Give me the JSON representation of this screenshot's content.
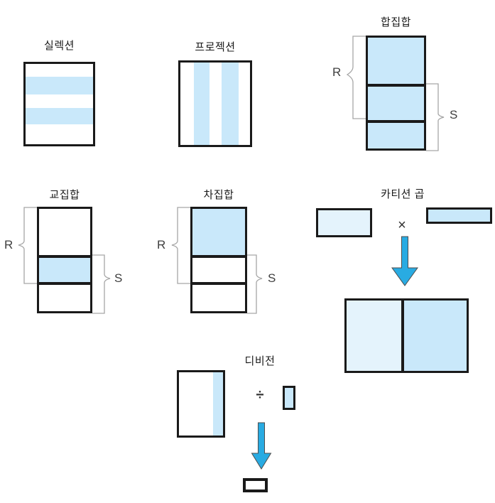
{
  "colors": {
    "fill_blue": "#c9e8fa",
    "fill_blue_pale": "#e4f3fc",
    "arrow_blue": "#29abe2",
    "outline_black": "#1a1a1a",
    "brace_gray": "#a6a6a6"
  },
  "diagrams": {
    "selection": {
      "title": "실렉션"
    },
    "projection": {
      "title": "프로젝션"
    },
    "union": {
      "title": "합집합",
      "relation_left": "R",
      "relation_right": "S"
    },
    "intersection": {
      "title": "교집합",
      "relation_left": "R",
      "relation_right": "S"
    },
    "difference": {
      "title": "차집합",
      "relation_left": "R",
      "relation_right": "S"
    },
    "cartesian_product": {
      "title": "카티션 곱",
      "operator": "×"
    },
    "division": {
      "title": "디비전",
      "operator": "÷"
    }
  }
}
